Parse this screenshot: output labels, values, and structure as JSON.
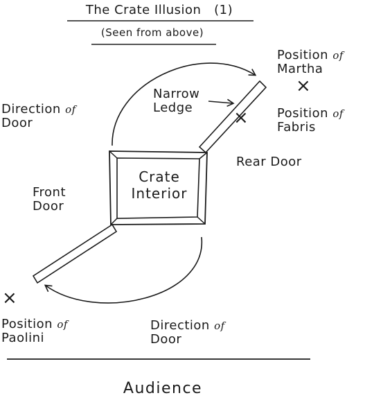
{
  "diagram": {
    "title": "The Crate Illusion",
    "title_number": "(1)",
    "subtitle": "(Seen from above)",
    "crate_label_1": "Crate",
    "crate_label_2": "Interior",
    "labels": {
      "narrow_ledge_1": "Narrow",
      "narrow_ledge_2": "Ledge",
      "direction_door_top_1": "Direction",
      "direction_door_top_of": "of",
      "direction_door_top_2": "Door",
      "front_door_1": "Front",
      "front_door_2": "Door",
      "rear_door": "Rear Door",
      "position_martha_1": "Position",
      "position_martha_of": "of",
      "position_martha_2": "Martha",
      "position_fabris_1": "Position",
      "position_fabris_of": "of",
      "position_fabris_2": "Fabris",
      "position_paolini_1": "Position",
      "position_paolini_of": "of",
      "position_paolini_2": "Paolini",
      "direction_door_bottom_1": "Direction",
      "direction_door_bottom_of": "of",
      "direction_door_bottom_2": "Door"
    },
    "audience": "Audience",
    "marker_symbol": "×",
    "colors": {
      "ink": "#1a1a1a",
      "background": "#ffffff"
    }
  }
}
